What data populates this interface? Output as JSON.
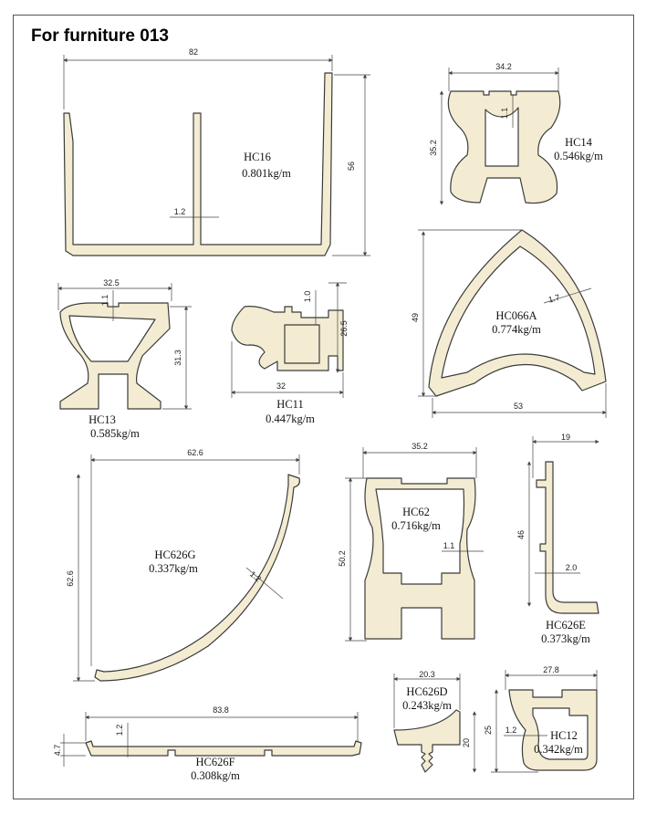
{
  "title": "For furniture 013",
  "profiles": {
    "hc16": {
      "name": "HC16",
      "weight": "0.801kg/m",
      "dims": [
        "82",
        "56",
        "1.2"
      ]
    },
    "hc14": {
      "name": "HC14",
      "weight": "0.546kg/m",
      "dims": [
        "34.2",
        "35.2",
        "1.1"
      ]
    },
    "hc13": {
      "name": "HC13",
      "weight": "0.585kg/m",
      "dims": [
        "32.5",
        "31.3",
        "1.1"
      ]
    },
    "hc11": {
      "name": "HC11",
      "weight": "0.447kg/m",
      "dims": [
        "32",
        "26.5",
        "1.0"
      ]
    },
    "hc066a": {
      "name": "HC066A",
      "weight": "0.774kg/m",
      "dims": [
        "53",
        "49",
        "1.7"
      ]
    },
    "hc626g": {
      "name": "HC626G",
      "weight": "0.337kg/m",
      "dims": [
        "62.6",
        "62.6",
        "1.2"
      ]
    },
    "hc62": {
      "name": "HC62",
      "weight": "0.716kg/m",
      "dims": [
        "35.2",
        "50.2",
        "1.1"
      ]
    },
    "hc626e": {
      "name": "HC626E",
      "weight": "0.373kg/m",
      "dims": [
        "19",
        "46",
        "2.0"
      ]
    },
    "hc626f": {
      "name": "HC626F",
      "weight": "0.308kg/m",
      "dims": [
        "83.8",
        "4.7",
        "1.2"
      ]
    },
    "hc626d": {
      "name": "HC626D",
      "weight": "0.243kg/m",
      "dims": [
        "20.3",
        "20"
      ]
    },
    "hc12": {
      "name": "HC12",
      "weight": "0.342kg/m",
      "dims": [
        "27.8",
        "25",
        "1.2"
      ]
    }
  },
  "colors": {
    "profile_fill": "#f3ecd2",
    "outline": "#3b3b3b",
    "border": "#555555"
  }
}
